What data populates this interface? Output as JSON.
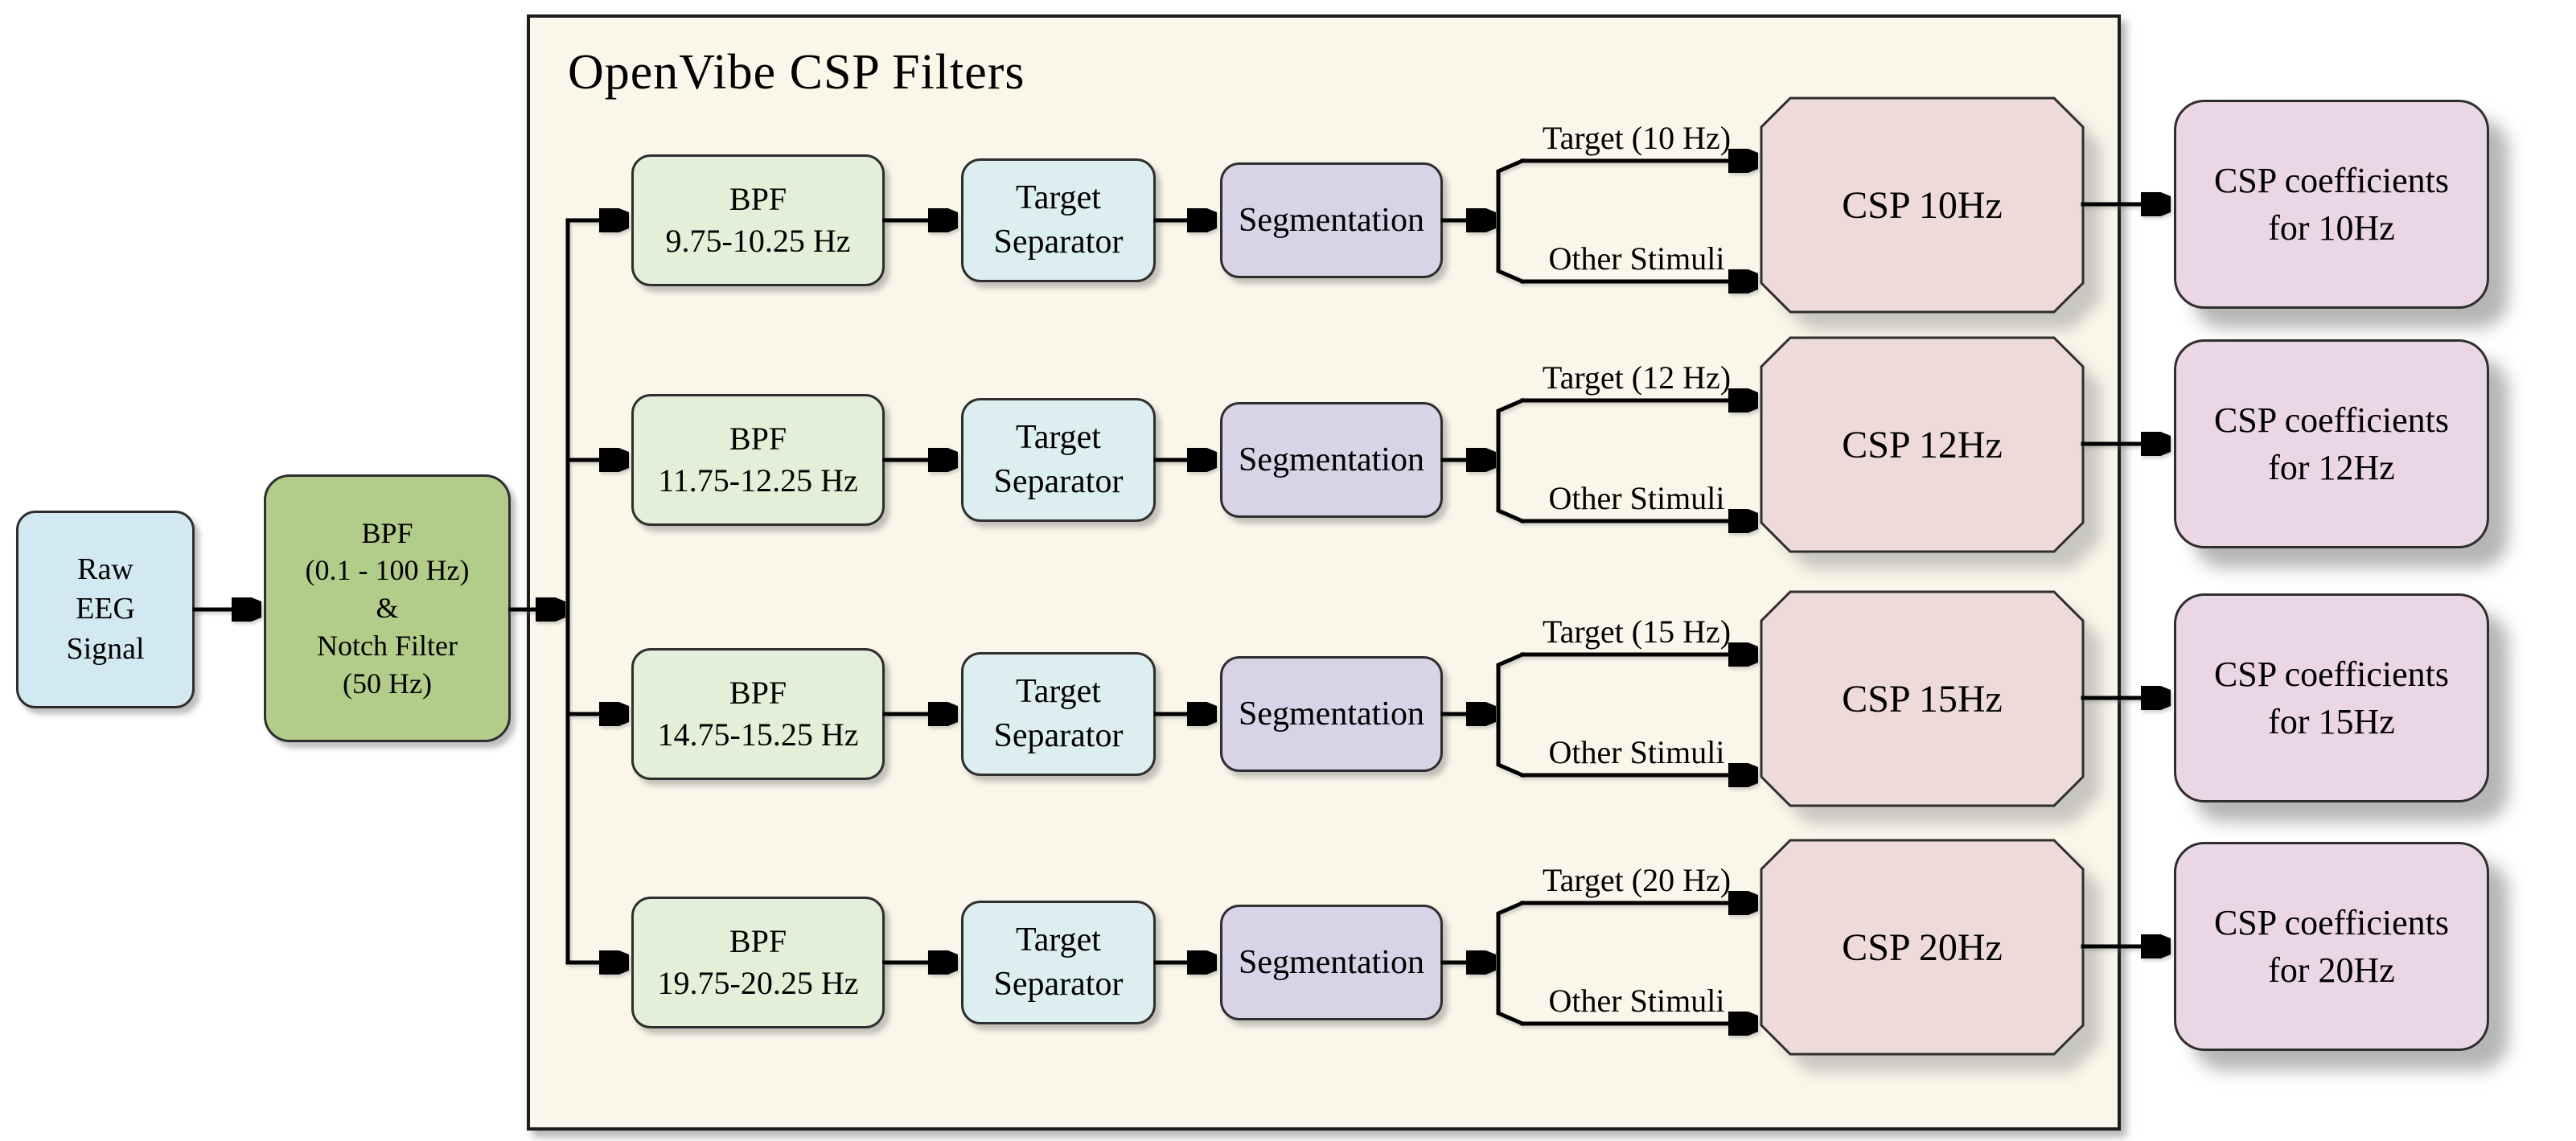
{
  "title": "OpenVibe CSP Filters",
  "source_box": {
    "label": "Raw\nEEG\nSignal"
  },
  "prefilter_box": {
    "label": "BPF\n(0.1 - 100 Hz)\n&\nNotch Filter\n(50 Hz)"
  },
  "rows": [
    {
      "id": "10hz",
      "bpf_label": "BPF\n9.75-10.25 Hz",
      "separator_label": "Target\nSeparator",
      "segmentation_label": "Segmentation",
      "target_label": "Target (10 Hz)",
      "other_label": "Other Stimuli",
      "csp_label": "CSP 10Hz",
      "coefficients_label": "CSP coefficients\nfor 10Hz"
    },
    {
      "id": "12hz",
      "bpf_label": "BPF\n11.75-12.25 Hz",
      "separator_label": "Target\nSeparator",
      "segmentation_label": "Segmentation",
      "target_label": "Target (12 Hz)",
      "other_label": "Other Stimuli",
      "csp_label": "CSP 12Hz",
      "coefficients_label": "CSP coefficients\nfor 12Hz"
    },
    {
      "id": "15hz",
      "bpf_label": "BPF\n14.75-15.25 Hz",
      "separator_label": "Target\nSeparator",
      "segmentation_label": "Segmentation",
      "target_label": "Target (15 Hz)",
      "other_label": "Other Stimuli",
      "csp_label": "CSP 15Hz",
      "coefficients_label": "CSP coefficients\nfor 15Hz"
    },
    {
      "id": "20hz",
      "bpf_label": "BPF\n19.75-20.25 Hz",
      "separator_label": "Target\nSeparator",
      "segmentation_label": "Segmentation",
      "target_label": "Target (20 Hz)",
      "other_label": "Other Stimuli",
      "csp_label": "CSP 20Hz",
      "coefficients_label": "CSP coefficients\nfor 20Hz"
    }
  ],
  "colors": {
    "canvas_background": "#ffffff",
    "frame_background": "#faf7ea",
    "frame_border": "#1c1c1c",
    "source_box_fill": "#d3e9f2",
    "prefilter_box_fill": "#b2cc8a",
    "bpf_box_fill": "#e4efd9",
    "separator_box_fill": "#ddeef0",
    "segmentation_box_fill": "#d8d3e7",
    "csp_box_fill": "#eedad9",
    "coefficients_box_fill": "#ebd6e6",
    "connector_color": "#000000"
  }
}
